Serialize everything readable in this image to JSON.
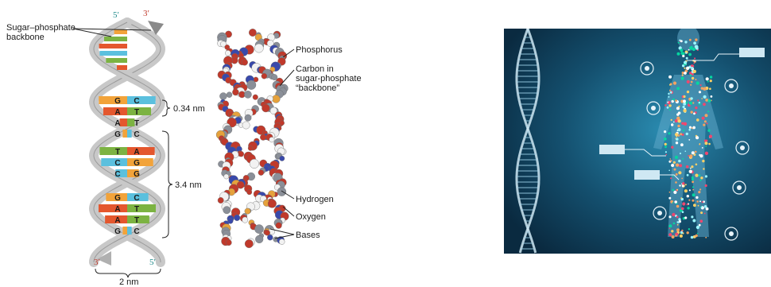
{
  "left_diagram": {
    "backbone_label_line1": "Sugar–phosphate",
    "backbone_label_line2": "backbone",
    "top_left_prime": "5′",
    "top_right_prime": "3′",
    "bottom_left_prime": "3′",
    "bottom_right_prime": "5′",
    "rise_label": "0.34 nm",
    "pitch_label": "3.4 nm",
    "width_label": "2 nm",
    "base_pairs": [
      {
        "left": "G",
        "right": "C"
      },
      {
        "left": "A",
        "right": "T"
      },
      {
        "left": "A",
        "right": "T"
      },
      {
        "left": "G",
        "right": "C"
      },
      {
        "left": "T",
        "right": "A"
      },
      {
        "left": "C",
        "right": "G"
      },
      {
        "left": "C",
        "right": "G"
      },
      {
        "left": "G",
        "right": "C"
      },
      {
        "left": "A",
        "right": "T"
      },
      {
        "left": "A",
        "right": "T"
      },
      {
        "left": "G",
        "right": "C"
      }
    ],
    "colors": {
      "A": "#e4572e",
      "T": "#7cb342",
      "G": "#f2a33a",
      "C": "#5bc0de",
      "strand": "#c8c8c8"
    }
  },
  "middle_diagram": {
    "labels": {
      "phosphorus": "Phosphorus",
      "carbon_line1": "Carbon in",
      "carbon_line2": "sugar-phosphate",
      "carbon_line3": "“backbone”",
      "hydrogen": "Hydrogen",
      "oxygen": "Oxygen",
      "bases": "Bases"
    },
    "colors": {
      "oxygen": "#c0392b",
      "carbon": "#8a8f98",
      "hydrogen": "#f2f2f2",
      "nitrogen": "#3949ab",
      "phosphorus": "#e6a23c"
    }
  },
  "right_image": {
    "colors": {
      "background": "#0d3550",
      "glow": "#2a8bb0",
      "helix": "#cfe8f3"
    }
  }
}
